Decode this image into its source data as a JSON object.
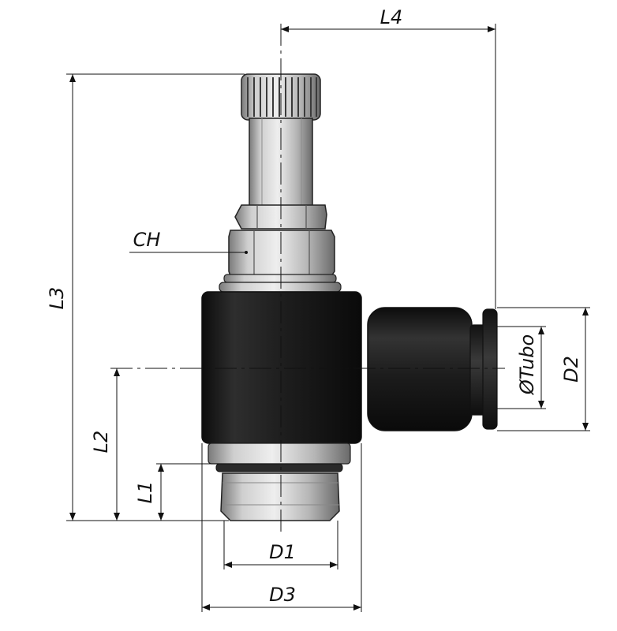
{
  "labels": {
    "l4": "L4",
    "l3": "L3",
    "ch": "CH",
    "l2": "L2",
    "l1": "L1",
    "d1": "D1",
    "d3": "D3",
    "d2": "D2",
    "tubo": "ØTubo"
  },
  "colors": {
    "body": "#1c1c1c",
    "metal_light": "#d6d6d6",
    "metal_mid": "#a8a8a8",
    "metal_dark": "#6f6f6f",
    "line": "#111111"
  }
}
